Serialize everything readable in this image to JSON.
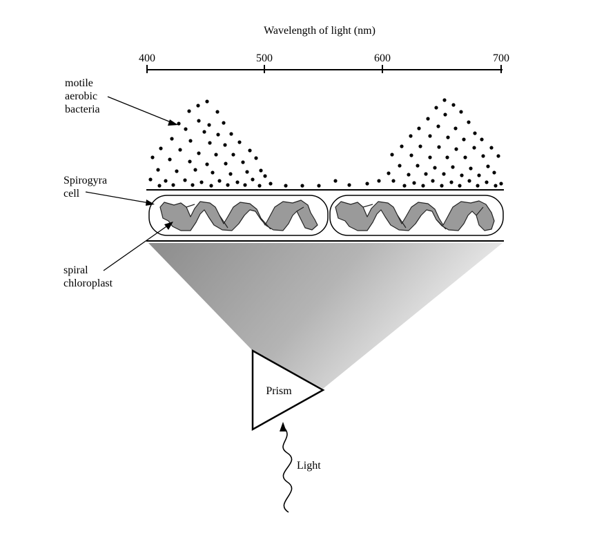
{
  "axis": {
    "title": "Wavelength of light (nm)",
    "ticks": [
      "400",
      "500",
      "600",
      "700"
    ]
  },
  "labels": {
    "bacteria": [
      "motile",
      "aerobic",
      "bacteria"
    ],
    "cell": [
      "Spirogyra",
      "cell"
    ],
    "chloroplast": [
      "spiral",
      "chloroplast"
    ],
    "prism": "Prism",
    "light": "Light"
  },
  "bacteria_distribution": {
    "wavelength_range_nm": [
      400,
      700
    ],
    "peaks_nm": [
      450,
      660
    ],
    "trough_nm": [
      510,
      590
    ]
  },
  "colors": {
    "ink": "#000000",
    "chloroplast": "#9a9a9a",
    "spectrum_dark": "#8a8a8a",
    "spectrum_light": "#f2f2f2"
  }
}
